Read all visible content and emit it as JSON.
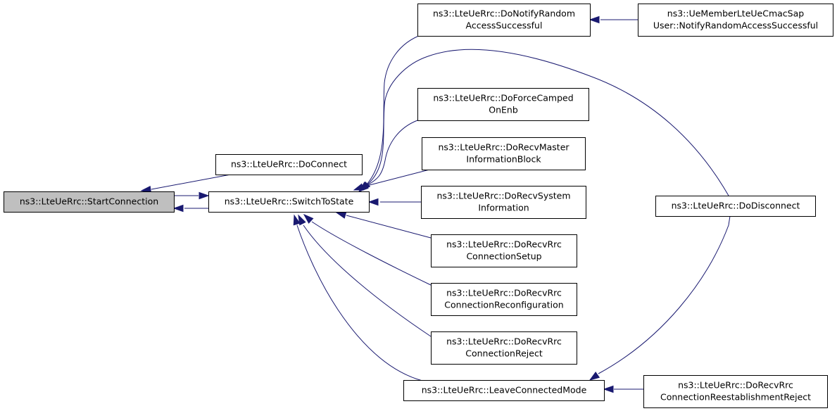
{
  "graph": {
    "nodes": [
      {
        "id": "start_connection",
        "lines": [
          "ns3::LteUeRrc::StartConnection"
        ],
        "current": true
      },
      {
        "id": "do_connect",
        "lines": [
          "ns3::LteUeRrc::DoConnect"
        ]
      },
      {
        "id": "switch_to_state",
        "lines": [
          "ns3::LteUeRrc::SwitchToState"
        ]
      },
      {
        "id": "do_notify_random_access_successful",
        "lines": [
          "ns3::LteUeRrc::DoNotifyRandom",
          "AccessSuccessful"
        ]
      },
      {
        "id": "notify_random_access_successful",
        "lines": [
          "ns3::UeMemberLteUeCmacSap",
          "User::NotifyRandomAccessSuccessful"
        ]
      },
      {
        "id": "do_force_camped_on_enb",
        "lines": [
          "ns3::LteUeRrc::DoForceCamped",
          "OnEnb"
        ]
      },
      {
        "id": "do_recv_master_information_block",
        "lines": [
          "ns3::LteUeRrc::DoRecvMaster",
          "InformationBlock"
        ]
      },
      {
        "id": "do_recv_system_information",
        "lines": [
          "ns3::LteUeRrc::DoRecvSystem",
          "Information"
        ]
      },
      {
        "id": "do_disconnect",
        "lines": [
          "ns3::LteUeRrc::DoDisconnect"
        ]
      },
      {
        "id": "do_recv_rrc_connection_setup",
        "lines": [
          "ns3::LteUeRrc::DoRecvRrc",
          "ConnectionSetup"
        ]
      },
      {
        "id": "do_recv_rrc_connection_reconfiguration",
        "lines": [
          "ns3::LteUeRrc::DoRecvRrc",
          "ConnectionReconfiguration"
        ]
      },
      {
        "id": "do_recv_rrc_connection_reject",
        "lines": [
          "ns3::LteUeRrc::DoRecvRrc",
          "ConnectionReject"
        ]
      },
      {
        "id": "leave_connected_mode",
        "lines": [
          "ns3::LteUeRrc::LeaveConnectedMode"
        ]
      },
      {
        "id": "do_recv_rrc_connection_reestablishment_reject",
        "lines": [
          "ns3::LteUeRrc::DoRecvRrc",
          "ConnectionReestablishmentReject"
        ]
      }
    ],
    "edges": [
      {
        "from": "do_connect",
        "to": "start_connection"
      },
      {
        "from": "switch_to_state",
        "to": "start_connection"
      },
      {
        "from": "start_connection",
        "to": "switch_to_state"
      },
      {
        "from": "do_notify_random_access_successful",
        "to": "switch_to_state"
      },
      {
        "from": "do_disconnect",
        "to": "switch_to_state"
      },
      {
        "from": "do_force_camped_on_enb",
        "to": "switch_to_state"
      },
      {
        "from": "do_recv_master_information_block",
        "to": "switch_to_state"
      },
      {
        "from": "do_recv_system_information",
        "to": "switch_to_state"
      },
      {
        "from": "do_recv_rrc_connection_setup",
        "to": "switch_to_state"
      },
      {
        "from": "do_recv_rrc_connection_reconfiguration",
        "to": "switch_to_state"
      },
      {
        "from": "do_recv_rrc_connection_reject",
        "to": "switch_to_state"
      },
      {
        "from": "leave_connected_mode",
        "to": "switch_to_state"
      },
      {
        "from": "notify_random_access_successful",
        "to": "do_notify_random_access_successful"
      },
      {
        "from": "do_recv_rrc_connection_reestablishment_reject",
        "to": "leave_connected_mode"
      },
      {
        "from": "leave_connected_mode",
        "to": "do_disconnect"
      }
    ]
  },
  "colors": {
    "edge": "#191970",
    "node_border": "#000000",
    "node_fill": "#ffffff",
    "current_node_fill": "#bfbfbf"
  }
}
